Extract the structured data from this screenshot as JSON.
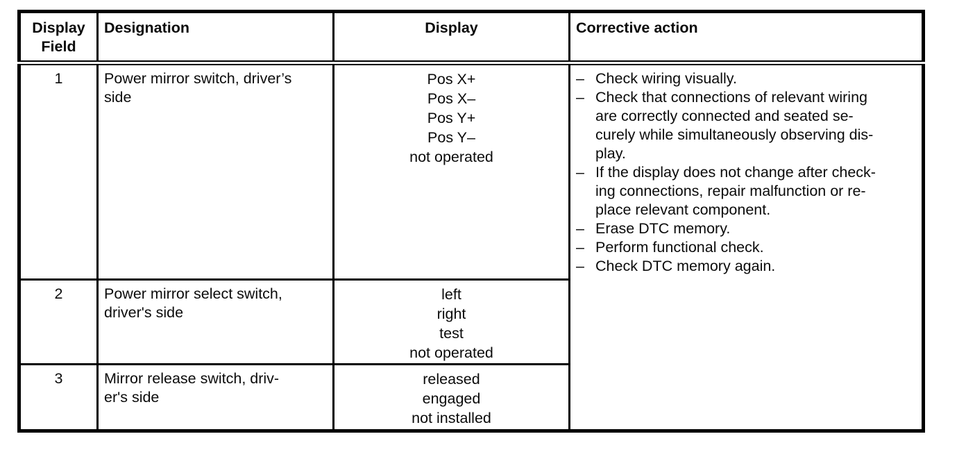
{
  "table": {
    "bullet_char": "–",
    "headers": {
      "display_field": "Display Field",
      "designation": "Designation",
      "display": "Display",
      "corrective_action": "Corrective action"
    },
    "rows": [
      {
        "field": "1",
        "designation_lines": [
          "Power mirror switch, driver’s",
          "side"
        ],
        "display_lines": [
          "Pos X+",
          "Pos X–",
          "Pos Y+",
          "Pos Y–",
          "not operated"
        ]
      },
      {
        "field": "2",
        "designation_lines": [
          "Power mirror select switch,",
          "driver's side"
        ],
        "display_lines": [
          "left",
          "right",
          "test",
          "not operated"
        ]
      },
      {
        "field": "3",
        "designation_lines": [
          "Mirror release switch, driv-",
          "er's side"
        ],
        "display_lines": [
          "released",
          "engaged",
          "not installed"
        ]
      }
    ],
    "corrective_actions": [
      {
        "lines": [
          "Check wiring visually."
        ]
      },
      {
        "lines": [
          "Check that connections of relevant wiring",
          "are correctly connected and seated se-",
          "curely while simultaneously observing dis-",
          "play."
        ]
      },
      {
        "lines": [
          "If the display does not change after check-",
          "ing connections, repair malfunction or re-",
          "place relevant component."
        ]
      },
      {
        "lines": [
          "Erase DTC memory."
        ]
      },
      {
        "lines": [
          "Perform functional check."
        ]
      },
      {
        "lines": [
          "Check DTC memory again."
        ]
      }
    ]
  }
}
